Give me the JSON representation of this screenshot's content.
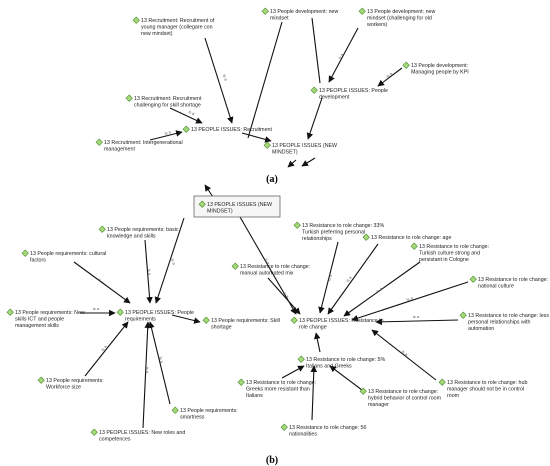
{
  "panel_a": {
    "label": "(a)",
    "nodes": {
      "rec_young": [
        "13 Recruitment: Recruitment of",
        "young manager (collegare con",
        "new mindset)"
      ],
      "pd_new_mindset": [
        "13 People development: new",
        "mindset"
      ],
      "pd_old_workers": [
        "13 People development: new",
        "mindset (challenging for old",
        "workers)"
      ],
      "pd_kpi": [
        "13 People development:",
        "Managing people by KPI"
      ],
      "rec_skill": [
        "13 Recruitment: Recruitment",
        "challenging for skill shortage"
      ],
      "pi_pd": [
        "13 PEOPLE ISSUES: People",
        "development"
      ],
      "pi_recruitment": [
        "13 PEOPLE ISSUES: Recruitment"
      ],
      "rec_intergen": [
        "13 Recruitment: Intergenerational",
        "management"
      ],
      "pi_new_mindset": [
        "13 PEOPLE ISSUES (NEW",
        "MINDSET)"
      ]
    },
    "edge_label": "is a"
  },
  "panel_b": {
    "label": "(b)",
    "nodes": {
      "pi_new_mindset": [
        "13 PEOPLE ISSUES (NEW",
        "MINDSET)"
      ],
      "pr_basic": [
        "13 People requirements: basic",
        "knowledge and skills"
      ],
      "pr_cultural": [
        "13 People requirements: cultural",
        "factors"
      ],
      "rrc_manual": [
        "13 Resistance to role change:",
        "manual automated mix"
      ],
      "rrc_33": [
        "13 Resistance to role change: 33%",
        "Turkish preferring personal",
        "relationships"
      ],
      "rrc_age": [
        "13 Resistance to role change: age"
      ],
      "rrc_turkish": [
        "13 Resistance to role change:",
        "Turkish culture strong and",
        "persistant in Cologne"
      ],
      "rrc_national": [
        "13 Resistance to role change:",
        "national culture"
      ],
      "pr_ict": [
        "13 People requirements: New",
        "skills ICT and people",
        "management skills"
      ],
      "pi_pr": [
        "13 PEOPLE ISSUES: People",
        "requirements"
      ],
      "pr_skill_shortage": [
        "13 People requirements: Skill",
        "shortage"
      ],
      "pi_rrc": [
        "13 PEOPLE ISSUES: Resistance to",
        "role change"
      ],
      "rrc_less_personal": [
        "13 Resistance to role change: less",
        "personal relationships with",
        "automation"
      ],
      "rrc_5pct": [
        "13 Resistance to role change: 5%",
        "Italians and Greeks"
      ],
      "pr_workforce": [
        "13 People requirements:",
        "Workforce size"
      ],
      "rrc_greeks": [
        "13 Resistance to role change:",
        "Greeks more resistant than",
        "Italians"
      ],
      "rrc_hybrid": [
        "13 Resistance to role change:",
        "hybrid behavior of control room",
        "manager"
      ],
      "rrc_hub": [
        "13 Resistance to role change: hub",
        "manager should not be in control",
        "room"
      ],
      "pr_smartness": [
        "13 People requirements:",
        "smartness"
      ],
      "pi_new_roles": [
        "13 PEOPLE ISSUES: New roles and",
        "competences"
      ],
      "rrc_56": [
        "13 Resistance to role change: 56",
        "nationalities"
      ]
    },
    "edge_label": "is a"
  },
  "colors": {
    "icon_fill": "#a5d87a",
    "icon_stroke": "#4a8a2a",
    "central_box_border": "#666666",
    "central_box_fill": "#f6f6f6",
    "edge": "#111111"
  },
  "icon": "node-diamond-icon"
}
